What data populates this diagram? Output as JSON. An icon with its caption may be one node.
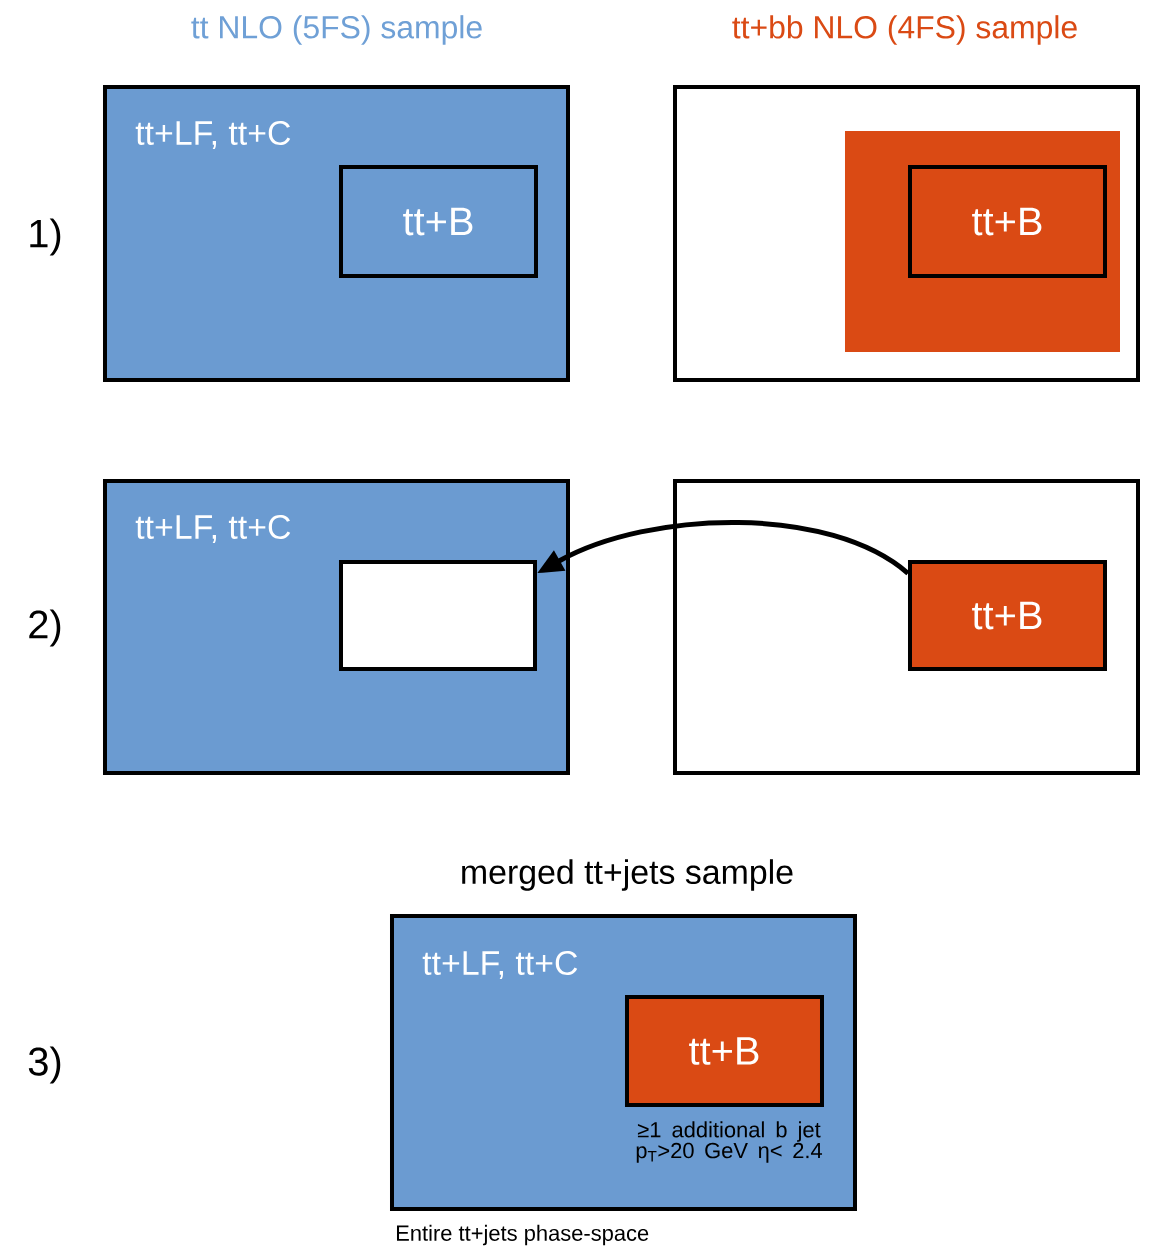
{
  "diagram": {
    "nodes": [
      {
        "text": [
          "tt+LF, tt+C"
        ]
      },
      {
        "text": [
          "tt+B"
        ],
        "in": 0
      },
      {
        "text": [],
        "shape": "box"
      },
      {
        "text": [],
        "shape": "box",
        "in": 2
      },
      {
        "text": [
          "tt+B"
        ],
        "in": 3
      },
      {
        "text": [
          "tt+LF, tt+C"
        ]
      },
      {
        "text": [],
        "shape": "box",
        "in": 5
      },
      {
        "text": [],
        "shape": "box"
      },
      {
        "text": [
          "tt+B"
        ],
        "in": 7
      },
      {
        "text": [
          "merged tt+jets sample",
          "tt+LF, tt+C"
        ],
        "beside": [
          "Entire tt+jets phase-space"
        ]
      },
      {
        "text": [
          "tt+B"
        ],
        "in": 9,
        "beside": [
          "≥1 additional b jet p$_{T}$>20 GeV η< 2.4"
        ]
      }
    ],
    "edges": [
      {
        "from": 8,
        "to": 6,
        "arrow": "to"
      }
    ],
    "labels": [
      "tt NLO (5FS) sample",
      "tt+bb NLO (4FS) sample",
      "1)",
      "2)",
      "3)"
    ]
  }
}
